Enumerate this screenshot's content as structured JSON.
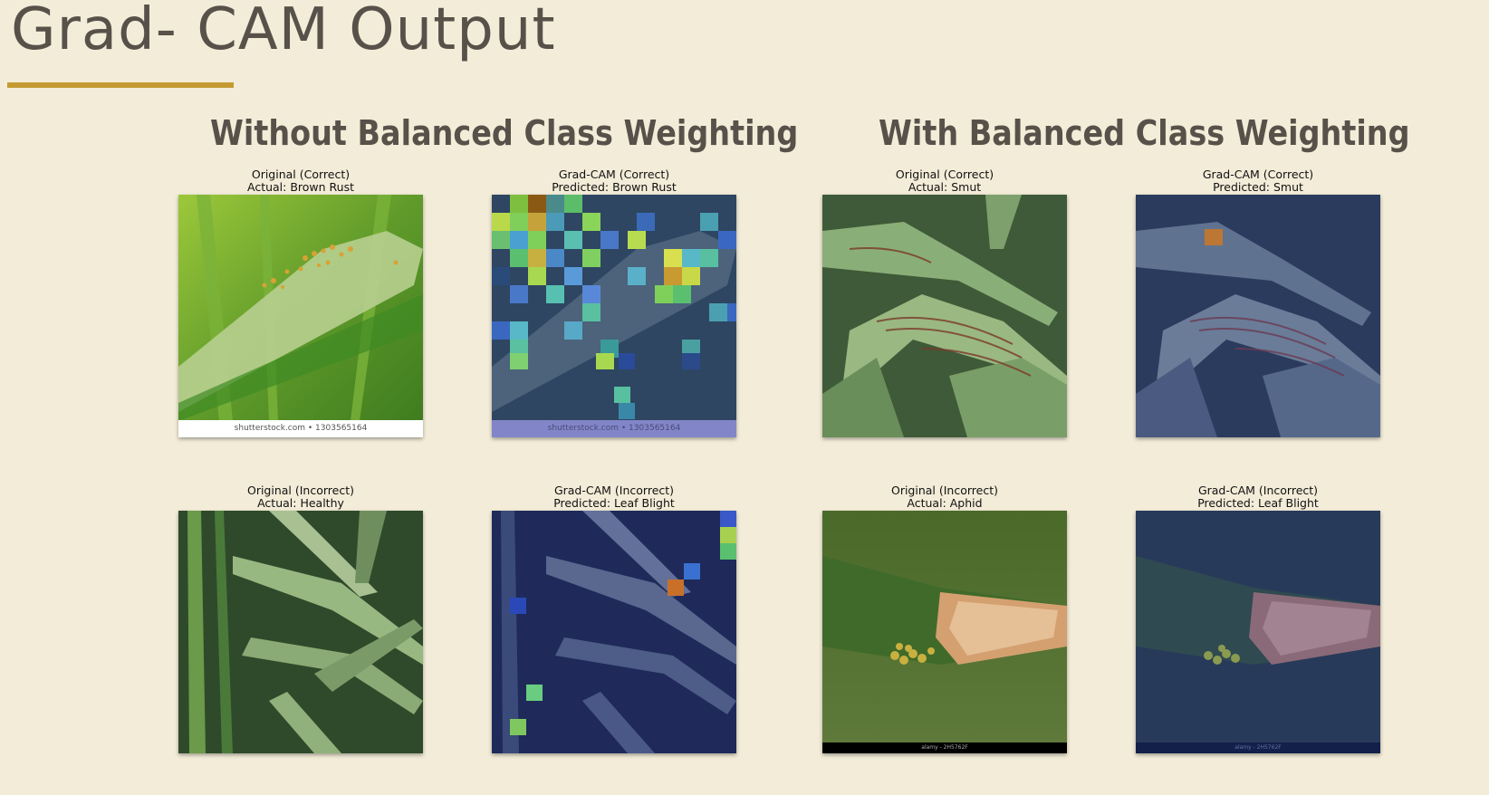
{
  "slide": {
    "title": "Grad- CAM Output",
    "accent_color": "#c49a32"
  },
  "sections": [
    {
      "title": "Without Balanced Class Weighting"
    },
    {
      "title": "With Balanced Class Weighting"
    }
  ],
  "panels": [
    {
      "line1": "Original (Correct)",
      "line2": "Actual: Brown Rust"
    },
    {
      "line1": "Grad-CAM (Correct)",
      "line2": "Predicted: Brown Rust"
    },
    {
      "line1": "Original (Correct)",
      "line2": "Actual: Smut"
    },
    {
      "line1": "Grad-CAM (Correct)",
      "line2": "Predicted: Smut"
    },
    {
      "line1": "Original (Incorrect)",
      "line2": "Actual: Healthy"
    },
    {
      "line1": "Grad-CAM (Incorrect)",
      "line2": "Predicted: Leaf Blight"
    },
    {
      "line1": "Original (Incorrect)",
      "line2": "Actual: Aphid"
    },
    {
      "line1": "Grad-CAM (Incorrect)",
      "line2": "Predicted: Leaf Blight"
    }
  ],
  "watermarks": {
    "shutterstock": "shutterstock.com • 1303565164",
    "alamy": "alamy - 2H5762F"
  }
}
